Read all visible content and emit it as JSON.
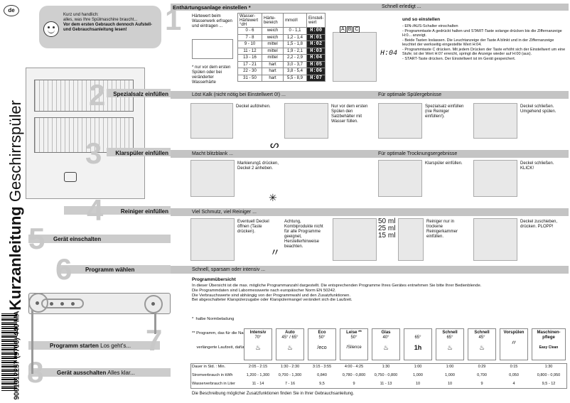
{
  "lang_badge": "de",
  "title": {
    "bold": "Kurzanleitung",
    "normal": "Geschirrspüler"
  },
  "barcode_number": "9001312257 (9706) 440 MA",
  "hint": {
    "line1": "Kurz und handlich:",
    "line2": "alles, was Ihre Spülmaschine braucht...",
    "line3": "Vor dem ersten Gebrauch dennoch Aufstell- und Gebrauchsanleitung lesen!"
  },
  "steps": {
    "s1": "1",
    "s2": "2",
    "s3": "3",
    "s4": "4",
    "s5": "5",
    "s6": "6",
    "s7": "7",
    "s8": "8"
  },
  "side_labels": {
    "spezialsalz": "Spezialsalz einfüllen",
    "klarspueler": "Klarspüler einfüllen",
    "reiniger": "Reiniger einfüllen",
    "einschalten": "Gerät einschalten",
    "programm": "Programm wählen",
    "starten": "Programm starten",
    "starten_sub": "Los geht's...",
    "ausschalten": "Gerät ausschalten",
    "ausschalten_sub": "Alles klar..."
  },
  "enthaertung": {
    "header": "Enthärtungsanlage einstellen *",
    "header_right": "Schnell erledigt ...",
    "left_text": "Härtewert beim Wasserwerk erfragen und eintragen ...",
    "note": "* nur vor dem ersten Spülen oder bei veränderter Wasserhärte",
    "table_headers": [
      "Wasser-Härtewert °dH",
      "Härte-bereich",
      "mmol/l",
      "Einstell-wert"
    ],
    "rows": [
      [
        "0 - 6",
        "weich",
        "0 - 1,1",
        "H:00"
      ],
      [
        "7 - 8",
        "weich",
        "1,2 - 1,4",
        "H:01"
      ],
      [
        "9 - 10",
        "mittel",
        "1,5 - 1,8",
        "H:02"
      ],
      [
        "11 - 12",
        "mittel",
        "1,9 - 2,1",
        "H:03"
      ],
      [
        "13 - 16",
        "mittel",
        "2,2 - 2,9",
        "H:04"
      ],
      [
        "17 - 21",
        "hart",
        "3,0 - 3,7",
        "H:05"
      ],
      [
        "22 - 30",
        "hart",
        "3,8 - 5,4",
        "H:06"
      ],
      [
        "31 - 50",
        "hart",
        "5,5 - 8,9",
        "H:07"
      ]
    ],
    "abc": [
      "A",
      "B",
      "C"
    ],
    "display": "H:04",
    "so_title": "und so einstellen",
    "so_steps": [
      "- EIN-/AUS-Schalter einschalten",
      "- Programmtaste A gedrückt halten und START-Taste solange drücken bis die Ziffernanzeige H:0... anzeigt.",
      "- Beide Tasten loslassen. Die Leuchtanzeige der Taste A blinkt und in der Ziffernanzeige leuchtet der werkseitig eingestellte Wert H:04.",
      "- Programmtaste C drücken. Mit jedem Drücken der Taste erhöht sich der Einstellwert um eine Stufe; ist der Wert H:07 erreicht, springt die Anzeige wieder auf H:00 (aus).",
      "- START-Taste drücken. Der Einstellwert ist im Gerät gespeichert."
    ]
  },
  "salz": {
    "left": "Löst Kalk (nicht nötig bei Einstellwert 0!) ...",
    "right": "Für optimale Spülergebnisse",
    "t1": "Deckel aufdrehen.",
    "t2": "Nur vor dem ersten Spülen den Salzbehälter mit Wasser füllen.",
    "t3": "Spezialsalz einfüllen (nie Reiniger einfüllen!).",
    "t4": "Deckel schließen. Umgehend spülen."
  },
  "klar": {
    "left": "Macht blitzblank ...",
    "right": "Für optimale Trocknungsergebnisse",
    "t1": "Markierung1 drücken, Deckel 2 anheben.",
    "t2": "Klarspüler einfüllen.",
    "t3": "Deckel schließen. KLICK!"
  },
  "reiniger": {
    "left": "Viel Schmutz, viel Reiniger ...",
    "t1": "Eventuell Deckel öffnen (Taste drücken).",
    "t2": "Achtung, Kombiprodukte nicht für alle Programme geeignet, Herstellerhinweise beachten.",
    "ml": [
      "50 ml",
      "25 ml",
      "15 ml"
    ],
    "t3": "Reiniger nur in trockene Reinigerkammer einfüllen.",
    "t4": "Deckel zuschieben, drücken. PLOPP!"
  },
  "programm": {
    "bar": "Schnell, sparsam oder intensiv ...",
    "ueber_title": "Programmübersicht",
    "ueber_text": [
      "In dieser Übersicht ist die max. mögliche Programmanzahl dargestellt. Die entsprechenden Programme Ihres Gerätes entnehmen Sie bitte Ihrer Bedienblende.",
      "Die Programmdaten sind Labormesswerte nach europäischer Norm EN 50242.",
      "Die Verbrauchswerte sind abhängig von der Programmwahl und den Zusatzfunktionen.",
      "Bei abgeschalteter Klarspülerzugabe oder Klarspülermangel verändert sich die Laufzeit."
    ],
    "notes": [
      "*  halbe Normbeladung",
      "** Programm, das für die Nacht geeignet ist:",
      "    verlängerte Laufzeit, dafür sehr leise."
    ],
    "cards": [
      {
        "name": "Intensiv",
        "temp": "70°",
        "sym": "♨"
      },
      {
        "name": "Auto",
        "temp": "45° / 65°",
        "sym": "♨"
      },
      {
        "name": "Eco",
        "temp": "50°",
        "sym": "/eco"
      },
      {
        "name": "Leise **",
        "temp": "50°",
        "sym": "/Silence"
      },
      {
        "name": "Glas",
        "temp": "40°",
        "sym": "♨"
      },
      {
        "name": "",
        "temp": "65°",
        "sym": "1h"
      },
      {
        "name": "Schnell",
        "temp": "65°",
        "sym": "♨"
      },
      {
        "name": "Schnell",
        "temp": "45°",
        "sym": "♨"
      },
      {
        "name": "Vorspülen",
        "temp": "",
        "sym": "〃"
      },
      {
        "name": "Maschinen-pflege",
        "temp": "",
        "sym": "Easy Clean"
      }
    ],
    "row_labels": [
      "Dauer in Std. : Min.",
      "Stromverbrauch in kWh",
      "Wasserverbrauch in Liter"
    ],
    "dauer": [
      "2:05 - 2:15",
      "1:30 - 2:30",
      "3:15 - 3:55",
      "4:00 - 4:25",
      "1:30",
      "1:00",
      "1:00",
      "0:29",
      "0:15",
      "1:30"
    ],
    "strom": [
      "1,200 - 1,300",
      "0,700 - 1,300",
      "0,840",
      "0,780 - 0,800",
      "0,750 - 0,800",
      "1,000",
      "1,000",
      "0,700",
      "0,050",
      "0,800 - 0,950"
    ],
    "wasser": [
      "11 - 14",
      "7 - 16",
      "9,5",
      "9",
      "11 - 13",
      "10",
      "10",
      "9",
      "4",
      "9,5 - 12"
    ],
    "footer": "Die Beschreibung möglicher Zusatzfunktionen finden Sie in Ihrer Gebrauchsanleitung."
  }
}
